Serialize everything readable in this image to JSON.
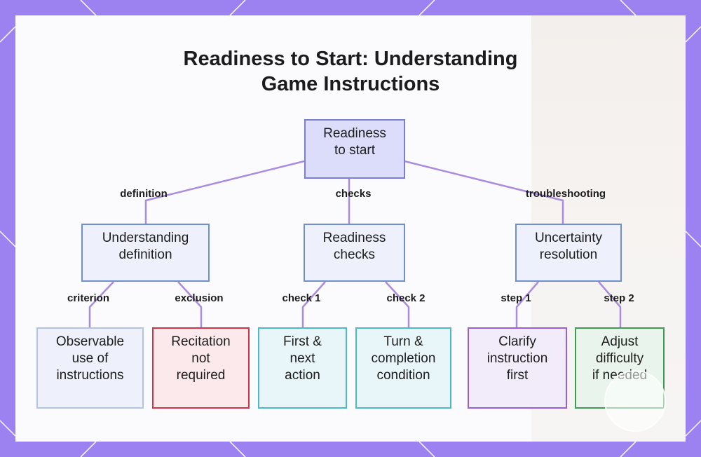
{
  "title": {
    "line1": "Readiness to Start: Understanding",
    "line2": "Game Instructions"
  },
  "nodes": {
    "root": "Readiness\nto start",
    "understanding": "Understanding\ndefinition",
    "checks": "Readiness\nchecks",
    "uncertainty": "Uncertainty\nresolution",
    "observable": "Observable\nuse of\ninstructions",
    "recitation": "Recitation\nnot\nrequired",
    "first_next": "First &\nnext\naction",
    "turn": "Turn &\ncompletion\ncondition",
    "clarify": "Clarify\ninstruction\nfirst",
    "adjust": "Adjust\ndifficulty\nif needed"
  },
  "edges": {
    "definition": "definition",
    "checks": "checks",
    "troubleshooting": "troubleshooting",
    "criterion": "criterion",
    "exclusion": "exclusion",
    "check1": "check 1",
    "check2": "check 2",
    "step1": "step 1",
    "step2": "step 2"
  },
  "colors": {
    "frame": "#9b82f0",
    "connector": "#a98be0",
    "root_fill": "#dcdcfb",
    "exclusion_border": "#cf3447",
    "check_border": "#4bb9c9",
    "clarify_border": "#9b5ed3",
    "adjust_border": "#3e9d52"
  }
}
